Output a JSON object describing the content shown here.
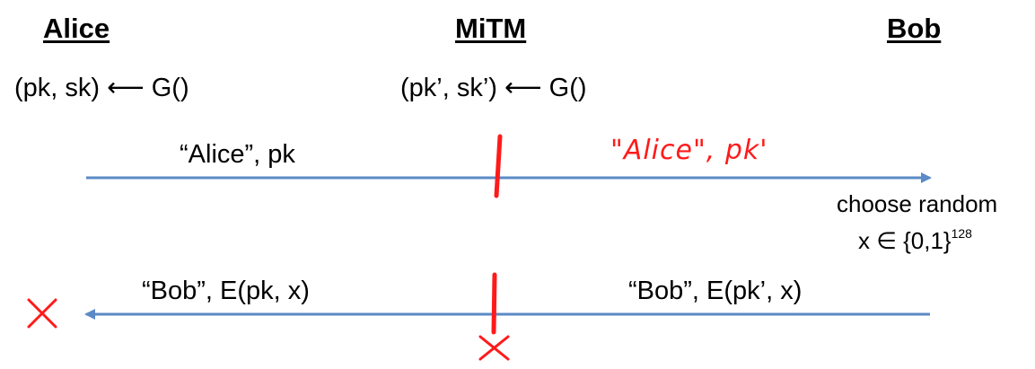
{
  "parties": {
    "alice": "Alice",
    "mitm": "MiTM",
    "bob": "Bob"
  },
  "keygen": {
    "alice": "(pk, sk) ⟵ G()",
    "mitm": "(pk’, sk’) ⟵ G()"
  },
  "msg1": {
    "alice_side": "“Alice”,  pk",
    "mitm_side": "\"Alice\", pk'"
  },
  "bob_action": {
    "line1": "choose random",
    "line2_prefix": "x ∈ {0,1}",
    "line2_exp": "128"
  },
  "msg2": {
    "alice_side": "“Bob”,  E(pk, x)",
    "bob_side": "“Bob”,  E(pk’, x)"
  },
  "colors": {
    "arrow": "#5b8ac6",
    "annotation": "#ff1a1a"
  }
}
